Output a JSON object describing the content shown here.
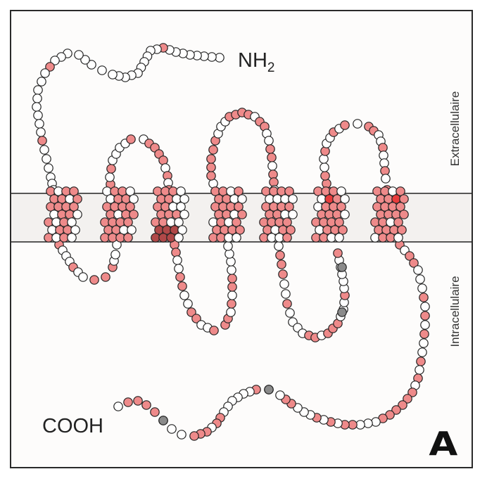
{
  "labels": {
    "n_terminus": "NH",
    "n_terminus_sub": "2",
    "c_terminus": "COOH",
    "extracellular": "Extracellulaire",
    "intracellular": "Intracellulaire",
    "panel": "A"
  },
  "colors": {
    "residue_pink": "#ee8a8a",
    "residue_white": "#ffffff",
    "residue_gray": "#8a8a8a",
    "residue_red": "#e83c3c",
    "residue_dark": "#b04848",
    "outline": "#222222",
    "membrane_fill": "#f3f1ef"
  }
}
